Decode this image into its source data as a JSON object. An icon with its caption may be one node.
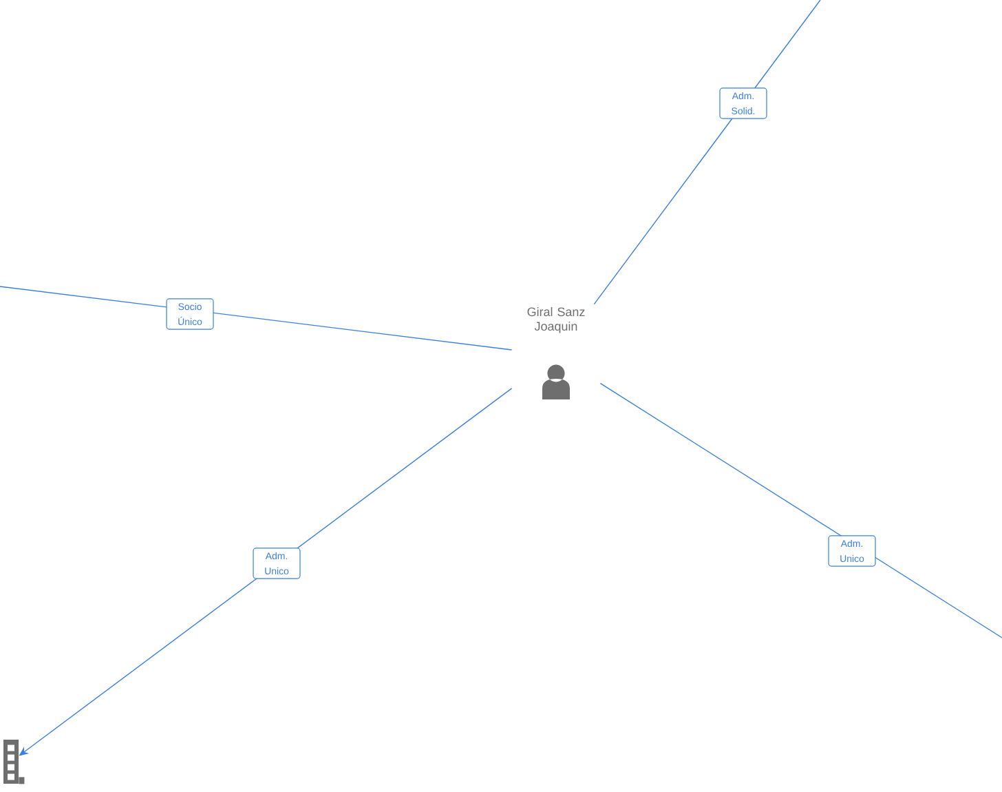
{
  "diagram": {
    "nodes": [
      {
        "text": [
          "Giral Sanz Joaquin"
        ]
      },
      {
        "text": [],
        "shape": "building"
      }
    ],
    "edges": [
      {
        "from": 0,
        "to": null,
        "arrow": "none",
        "label": "Adm. Solid."
      },
      {
        "from": 0,
        "to": null,
        "arrow": "none",
        "label": "Socio Único"
      },
      {
        "from": 0,
        "to": 1,
        "arrow": "to",
        "label": "Adm. Unico"
      },
      {
        "from": 0,
        "to": null,
        "arrow": "none",
        "label": "Adm. Unico"
      }
    ]
  }
}
